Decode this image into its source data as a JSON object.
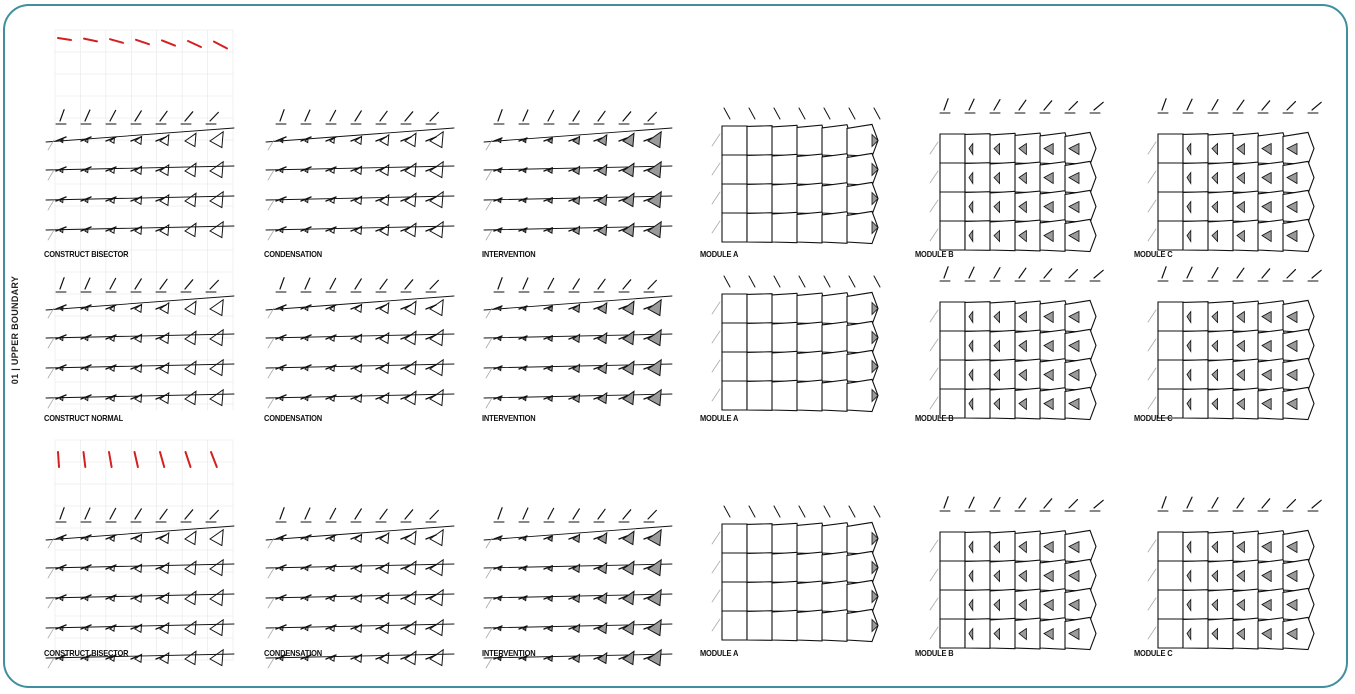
{
  "side_label": "01 | UPPER BOUNDARY",
  "rows": [
    {
      "captions": [
        "CONSTRUCT BISECTOR",
        "CONDENSATION",
        "INTERVENTION",
        "MODULE A",
        "MODULE B",
        "MODULE C"
      ]
    },
    {
      "captions": [
        "CONSTRUCT NORMAL",
        "CONDENSATION",
        "INTERVENTION",
        "MODULE A",
        "MODULE B",
        "MODULE C"
      ]
    },
    {
      "captions": [
        "CONSTRUCT BISECTOR",
        "CONDENSATION",
        "INTERVENTION",
        "MODULE A",
        "MODULE B",
        "MODULE C"
      ]
    }
  ],
  "colors": {
    "frame": "#3f8f9c",
    "accent_red": "#d42020",
    "line": "#111111",
    "fill_gray": "#9a9a9a",
    "faint_grid": "#e6e6e6"
  }
}
